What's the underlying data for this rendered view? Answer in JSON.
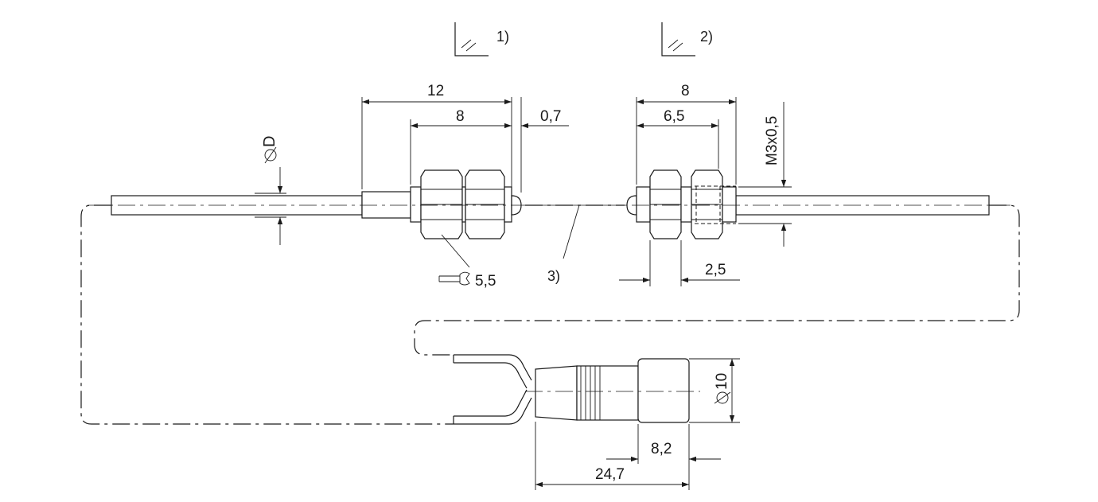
{
  "labels": {
    "note_1": "1)",
    "note_2": "2)",
    "note_3": "3)",
    "dia_d": "D",
    "dim_12": "12",
    "dim_8_left": "8",
    "dim_0_7": "0,7",
    "dim_8_right": "8",
    "dim_6_5": "6,5",
    "thread": "M3x0,5",
    "wrench": "5,5",
    "dim_2_5": "2,5",
    "dia_10": "10",
    "dim_8_2": "8,2",
    "dim_24_7": "24,7"
  },
  "colors": {
    "line": "#1a1a1a",
    "background": "#ffffff"
  }
}
